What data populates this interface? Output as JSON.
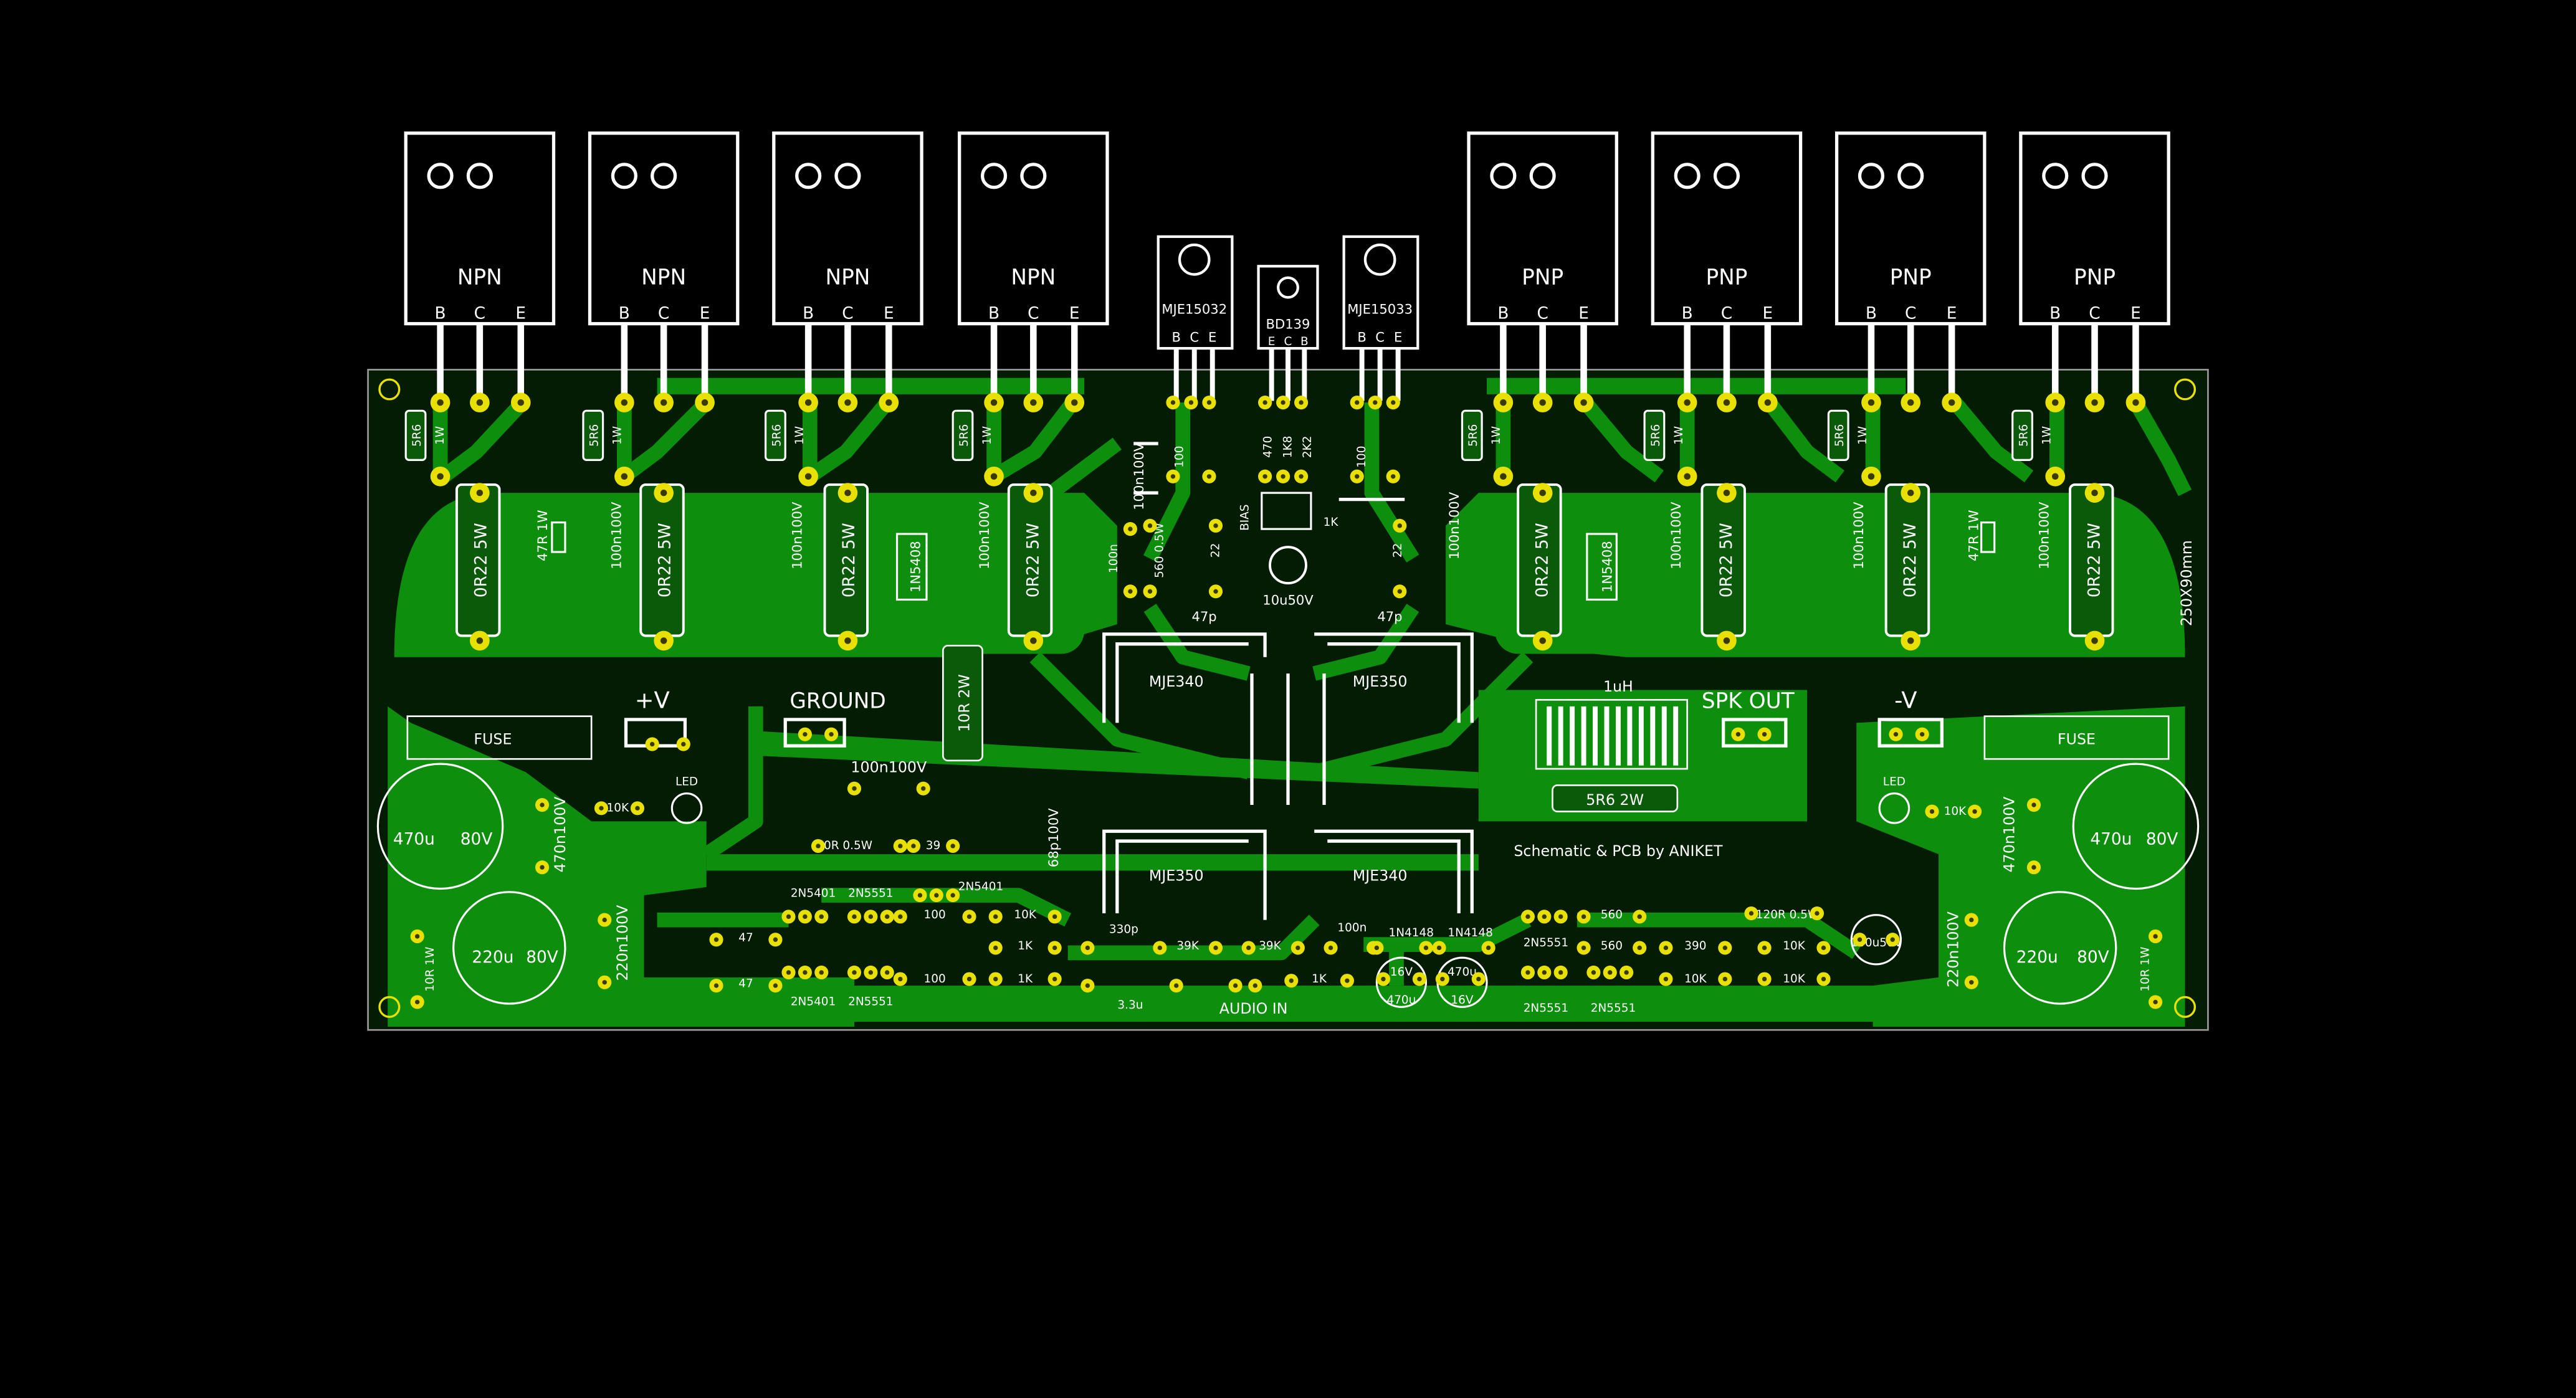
{
  "colors": {
    "background": "#000000",
    "board_fill": "#063a06",
    "board_outline": "#9a9a9a",
    "copper": "#0d9a0d",
    "copper_dark": "#087a08",
    "silkscreen": "#ffffff",
    "pad": "#e8e000",
    "drill": "#3a3a00"
  },
  "board": {
    "dimension_label": "250X90mm",
    "credit": "Schematic & PCB by ANIKET"
  },
  "power_transistors": [
    {
      "type": "NPN",
      "pins": [
        "B",
        "C",
        "E"
      ]
    },
    {
      "type": "NPN",
      "pins": [
        "B",
        "C",
        "E"
      ]
    },
    {
      "type": "NPN",
      "pins": [
        "B",
        "C",
        "E"
      ]
    },
    {
      "type": "NPN",
      "pins": [
        "B",
        "C",
        "E"
      ]
    },
    {
      "type": "PNP",
      "pins": [
        "B",
        "C",
        "E"
      ]
    },
    {
      "type": "PNP",
      "pins": [
        "B",
        "C",
        "E"
      ]
    },
    {
      "type": "PNP",
      "pins": [
        "B",
        "C",
        "E"
      ]
    },
    {
      "type": "PNP",
      "pins": [
        "B",
        "C",
        "E"
      ]
    }
  ],
  "driver_transistors": [
    {
      "name": "MJE15032",
      "pins": [
        "B",
        "C",
        "E"
      ]
    },
    {
      "name": "BD139",
      "pins": [
        "E",
        "C",
        "B"
      ]
    },
    {
      "name": "MJE15033",
      "pins": [
        "B",
        "C",
        "E"
      ]
    }
  ],
  "labels": {
    "r_5r6": "5R6",
    "r_1w": "1W",
    "emitter_res": "0R22 5W",
    "r_47r": "47R 1W",
    "cap_100n100v": "100n100V",
    "diode_1n5408": "1N5408",
    "pos_v": "+V",
    "neg_v": "-V",
    "ground": "GROUND",
    "spk_out": "SPK OUT",
    "fuse": "FUSE",
    "led": "LED",
    "r_10k": "10K",
    "cap_470u": "470u",
    "v80": "80V",
    "cap_220u": "220u",
    "cap_470n100v": "470n100V",
    "cap_220n100v": "220n100V",
    "r_10r1w": "10R 1W",
    "r_10r2w": "10R 2W",
    "inductor": "1uH",
    "r_5r6_2w": "5R6 2W",
    "mje340": "MJE340",
    "mje350": "MJE350",
    "cap_47p": "47p",
    "bias": "BIAS",
    "cap_10u50v": "10u50V",
    "r_560_05w": "560 0.5W",
    "cap_100n": "100n",
    "r_22": "22",
    "r_100": "100",
    "r_470": "470",
    "r_1k": "1K",
    "r_2k2": "2K2",
    "r_1k8": "1K8",
    "r_10r05w": "10R 0.5W",
    "r_39": "39",
    "cap_68p100v": "68p100V",
    "r_47": "47",
    "q_2n5401": "2N5401",
    "q_2n5551": "2N5551",
    "cap_330p": "330p",
    "r_39k": "39K",
    "cap_33u": "3.3u",
    "audio_in": "AUDIO IN",
    "d_1n4148": "1N4148",
    "cap_16v": "16V",
    "r_560": "560",
    "r_390": "390",
    "r_120r05w": "120R 0.5W",
    "cap_100u50v": "100u50V"
  }
}
